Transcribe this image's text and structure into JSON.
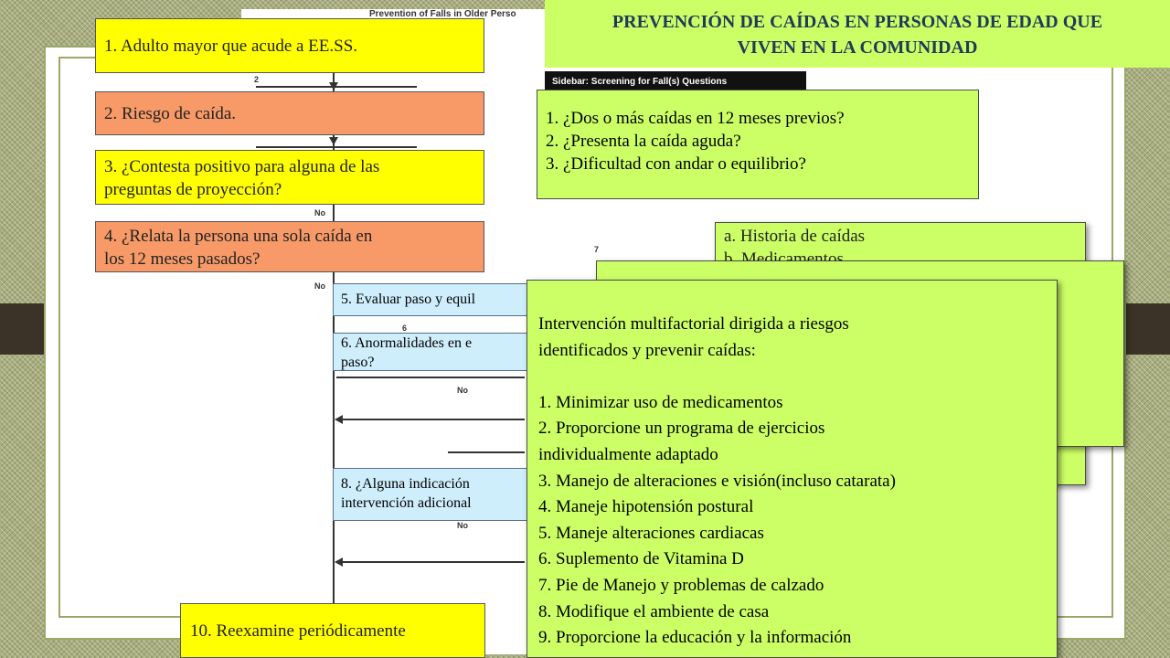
{
  "slide": {
    "title_line1": "PREVENCIÓN DE CAÍDAS EN PERSONAS DE EDAD QUE",
    "title_line2": "VIVEN EN LA COMUNIDAD"
  },
  "background_doc": {
    "heading": "Prevention of Falls in Older Perso",
    "sidebar_heading": "Sidebar: Screening for Fall(s) Questions",
    "step_numbers": [
      "2",
      "6",
      "7"
    ],
    "no_labels": [
      "No",
      "No",
      "No",
      "No"
    ]
  },
  "steps": {
    "s1": "1. Adulto mayor que acude a EE.SS.",
    "s2": "2. Riesgo de caída.",
    "s3_line1": "3. ¿Contesta positivo para alguna de las",
    "s3_line2": "preguntas de proyección?",
    "s4_line1": "4. ¿Relata la persona una sola caída en",
    "s4_line2": "los 12 meses pasados?",
    "s5": "5. Evaluar paso y equil",
    "s6_line1": "6. Anormalidades en e",
    "s6_line2": "paso?",
    "s8_line1": "8. ¿Alguna indicación",
    "s8_line2": "intervención adicional",
    "s10": "10. Reexamine periódicamente"
  },
  "screening_questions": [
    "1. ¿Dos o más caídas en 12 meses previos?",
    "2. ¿Presenta la caída aguda?",
    "3. ¿Dificultad con andar o equilibrio?"
  ],
  "assessment_items": [
    "a. Historia de caídas",
    "b. Medicamentos"
  ],
  "intervention": {
    "heading_line1": "Intervención multifactorial dirigida a riesgos",
    "heading_line2": "identificados y prevenir caídas:",
    "items": [
      "1. Minimizar uso de medicamentos",
      "2. Proporcione un programa de ejercicios",
      "individualmente adaptado",
      "3. Manejo de alteraciones e visión(incluso catarata)",
      "4. Maneje hipotensión postural",
      "5. Maneje alteraciones cardiacas",
      "6. Suplemento de Vitamina D",
      "7. Pie de Manejo y problemas de calzado",
      "8. Modifique el ambiente de casa",
      "9. Proporcione la educación y la información"
    ]
  },
  "colors": {
    "yellow": "#ffff00",
    "orange": "#f79a68",
    "lime": "#ccff66",
    "light_blue": "#cfeefc",
    "frame_green": "#9aa86a",
    "dark_band": "#3b3327"
  }
}
